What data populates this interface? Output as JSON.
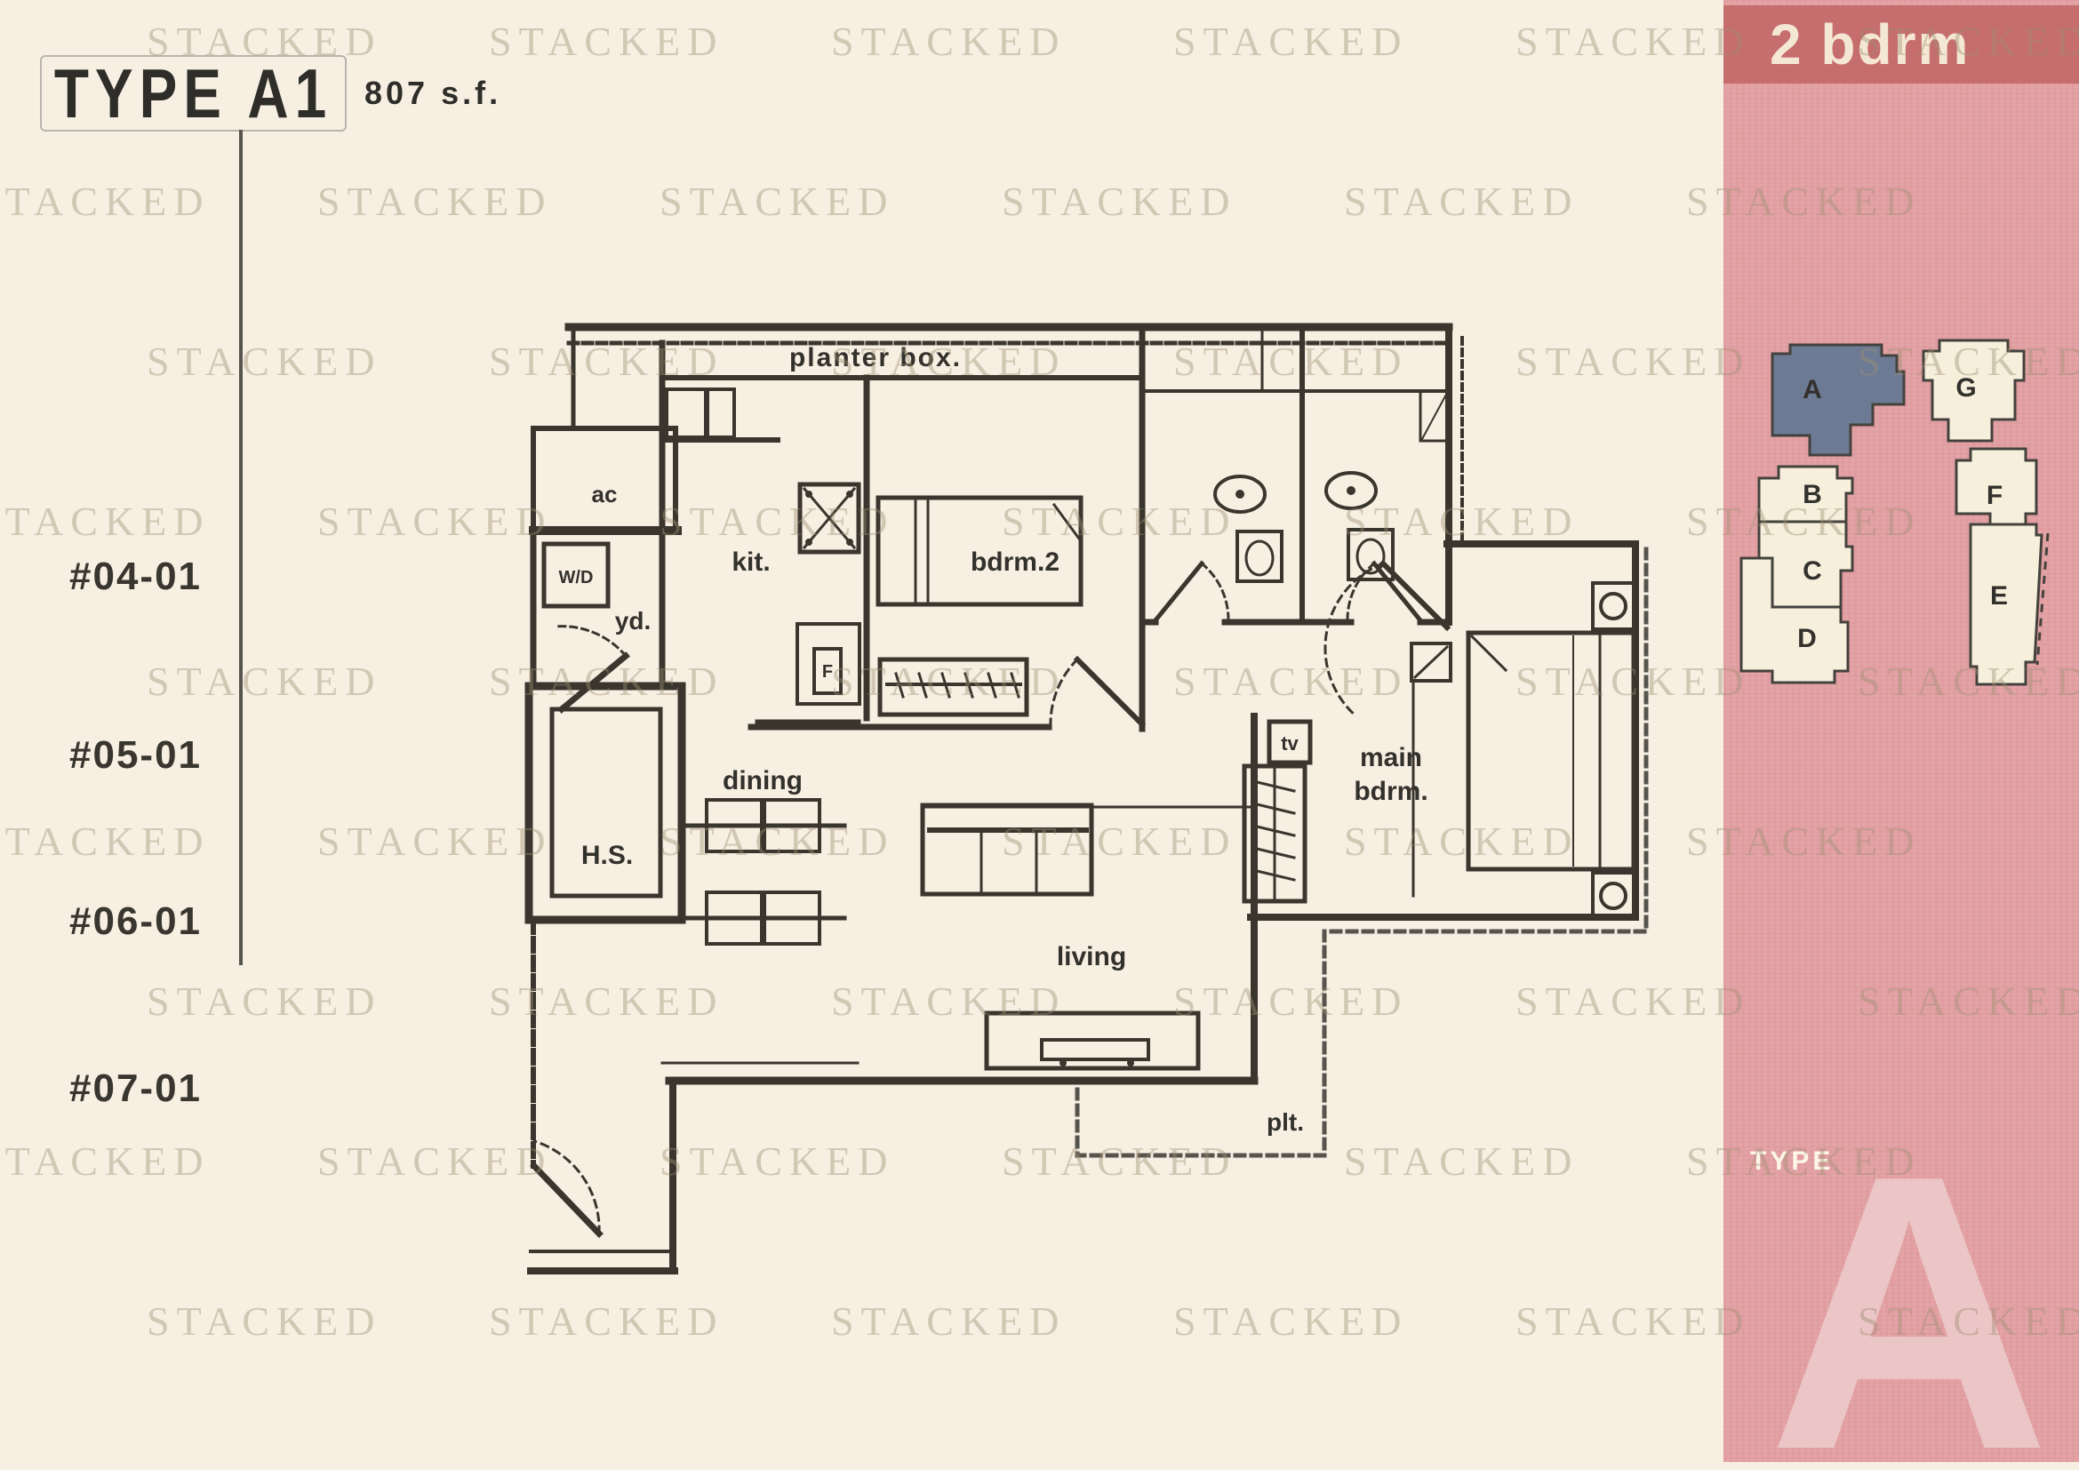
{
  "header": {
    "type": "TYPE A1",
    "area": "807 s.f."
  },
  "stack_units": [
    "#04-01",
    "#05-01",
    "#06-01",
    "#07-01"
  ],
  "watermark": {
    "text": "STACKED"
  },
  "plan": {
    "labels": {
      "planter_box": "planter box.",
      "ac_ledge": "ac",
      "washer_dryer": "W/D",
      "yard": "yd.",
      "kitchen": "kit.",
      "fridge": "F",
      "bedroom2": "bdrm.2",
      "household_shelter": "H.S.",
      "dining": "dining",
      "living": "living",
      "tv": "tv",
      "main_bedroom_1": "main",
      "main_bedroom_2": "bdrm.",
      "planter": "plt."
    }
  },
  "sidebar": {
    "banner": "2 bdrm",
    "type_word": "TYPE",
    "type_letter": "A",
    "site_plan_units": [
      "A",
      "B",
      "C",
      "D",
      "E",
      "F",
      "G"
    ],
    "highlighted_unit": "A",
    "colors": {
      "banner_bg": "#c66d6e",
      "sidebar_bg": "#e2a0a3",
      "highlight_fill": "#6d7a94",
      "unit_fill": "#f6efdc",
      "plan_line": "#3a362e"
    }
  }
}
